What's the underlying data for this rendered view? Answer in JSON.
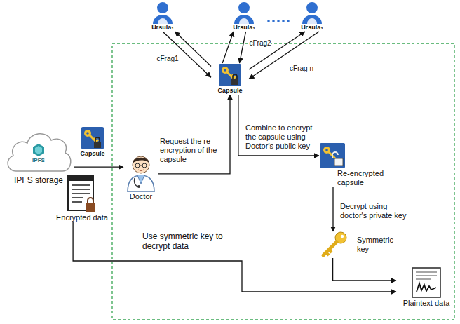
{
  "diagram": {
    "nodes": [
      {
        "text": [
          "Ursula₁"
        ]
      },
      {
        "text": [
          "Ursula₁"
        ]
      },
      {
        "text": [
          "Ursula₁"
        ]
      },
      {
        "text": [
          "IPFS",
          "IPFS storage"
        ]
      },
      {
        "text": [
          "Capsule"
        ]
      },
      {
        "text": [
          "Encrypted data"
        ]
      },
      {
        "text": [
          "Doctor"
        ]
      },
      {
        "text": [
          "Capsule"
        ]
      },
      {
        "text": [
          "Re-encrypted capsule"
        ]
      },
      {
        "text": [
          "Symmetric key"
        ]
      },
      {
        "text": [
          "Plaintext data"
        ]
      }
    ],
    "edges": [
      {
        "from": 0,
        "to": 7,
        "label": "cFrag1",
        "arrow": "to"
      },
      {
        "from": 7,
        "to": 0,
        "arrow": "to"
      },
      {
        "from": 1,
        "to": 7,
        "label": "cFrag2",
        "arrow": "to"
      },
      {
        "from": 7,
        "to": 1,
        "arrow": "to"
      },
      {
        "from": 2,
        "to": 7,
        "label": "cFrag n",
        "arrow": "to"
      },
      {
        "from": 7,
        "to": 2,
        "arrow": "to"
      },
      {
        "from": 3,
        "to": 6,
        "arrow": "to"
      },
      {
        "from": 6,
        "to": 7,
        "label": "Request the re-encryption of the capsule",
        "arrow": "to"
      },
      {
        "from": 7,
        "to": 8,
        "label": "Combine to encrypt the capsule using Doctor's public key",
        "arrow": "to"
      },
      {
        "from": 8,
        "to": 9,
        "label": "Decrypt using doctor's private key",
        "arrow": "to"
      },
      {
        "from": 9,
        "to": 10,
        "arrow": "to"
      },
      {
        "from": 5,
        "to": 10,
        "label": "Use symmetric key to decrypt data",
        "arrow": "to"
      }
    ]
  }
}
